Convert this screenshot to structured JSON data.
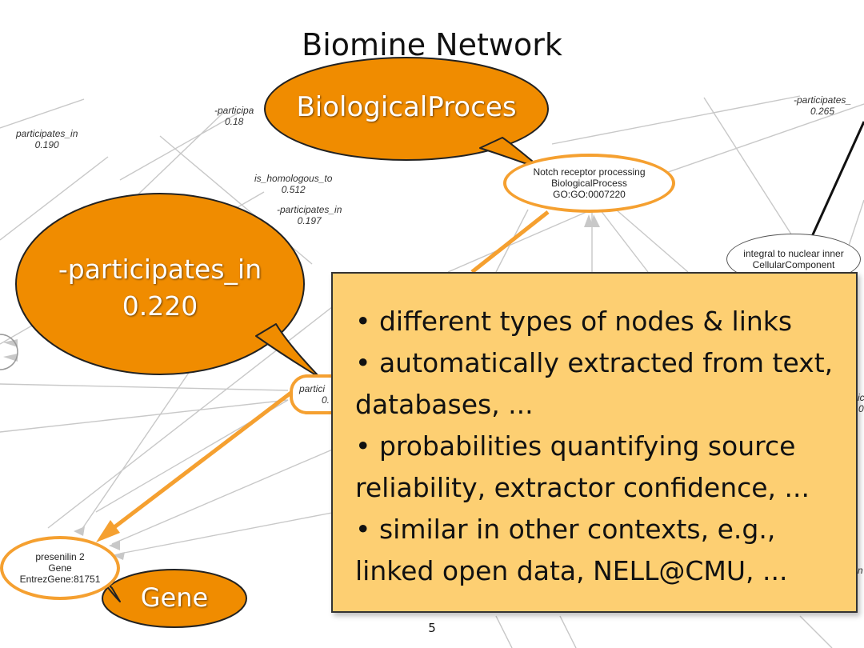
{
  "slide": {
    "title": "Biomine Network",
    "page_number": "5"
  },
  "callouts": {
    "biological_process": "BiologicalProces",
    "participates": {
      "line1": "-participates_in",
      "line2": "0.220"
    },
    "gene": "Gene"
  },
  "nodes": {
    "notch": {
      "line1": "Notch receptor processing",
      "line2": "BiologicalProcess",
      "line3": "GO:GO:0007220"
    },
    "presenilin": {
      "line1": "presenilin 2",
      "line2": "Gene",
      "line3": "EntrezGene:81751"
    },
    "nuclear": {
      "line1": "integral to nuclear inner",
      "line2": "CellularComponent"
    },
    "edge_node": {
      "line1": "partici",
      "line2": "0."
    }
  },
  "edge_labels": {
    "left": {
      "name": "participates_in",
      "value": "0.190"
    },
    "top_mid": {
      "name": "-participa",
      "value": "0.18"
    },
    "homologous": {
      "name": "is_homologous_to",
      "value": "0.512"
    },
    "mid": {
      "name": "-participates_in",
      "value": "0.197"
    },
    "top_right": {
      "name": "-participates_",
      "value": "0.265"
    },
    "right_partial1": "ic",
    "right_partial2": "0",
    "right_partial3": "n"
  },
  "bullets": [
    "• different types of nodes & links",
    "• automatically extracted from text,",
    "databases, ...",
    "• probabilities quantifying source",
    "reliability, extractor confidence, ...",
    "• similar in other contexts, e.g.,",
    "linked open data, NELL@CMU, ..."
  ],
  "colors": {
    "callout_fill": "#f08c00",
    "highlight": "#f5a030",
    "infobox_fill": "#fdcf72"
  }
}
